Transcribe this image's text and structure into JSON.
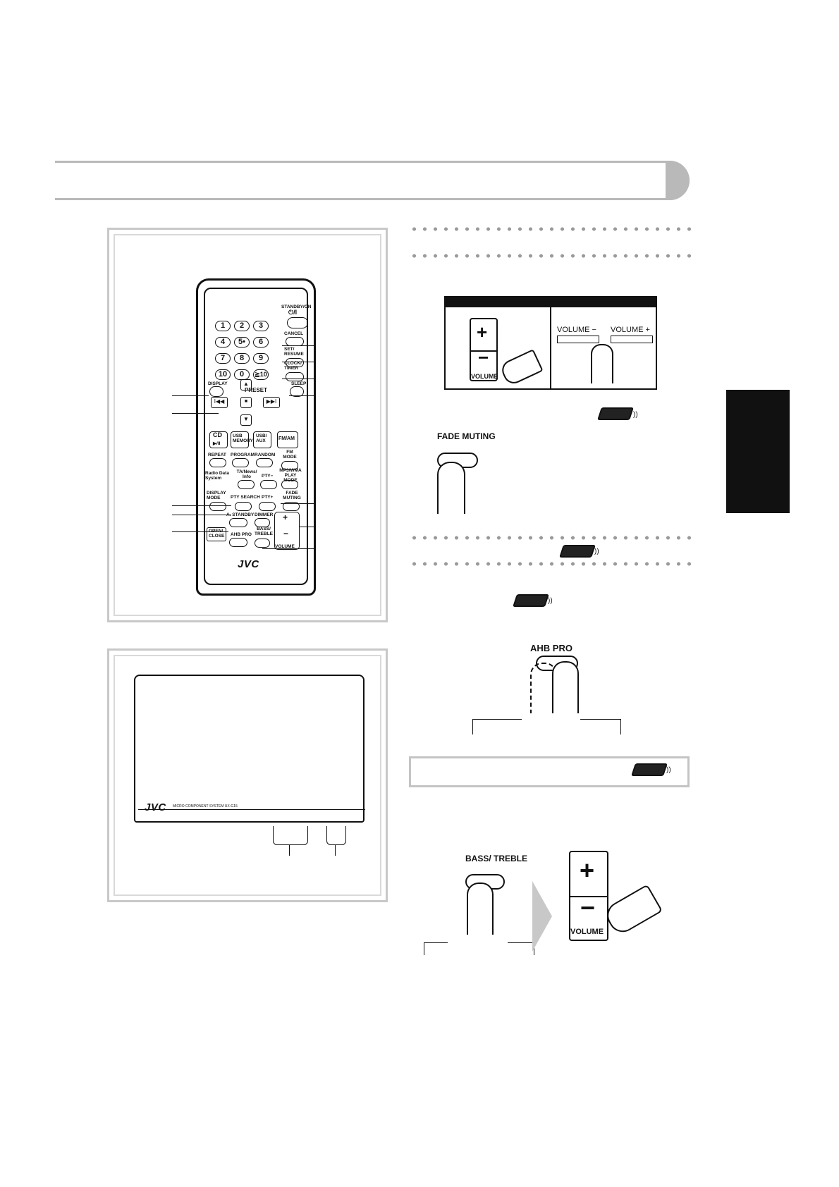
{
  "remote": {
    "standby_label": "STANDBY/ON",
    "standby_symbol": "⏻/I",
    "numbers": [
      "1",
      "2",
      "3",
      "4",
      "5•",
      "6",
      "7",
      "8",
      "9",
      "10",
      "0",
      "≧10"
    ],
    "cancel": "CANCEL",
    "set_resume": "SET/ RESUME",
    "clock_timer": "CLOCK/ TIMER",
    "display": "DISPLAY",
    "preset": "PRESET",
    "sleep": "SLEEP",
    "cd": "CD",
    "cd_sub": "▶/II",
    "usb_memory": "USB MEMORY",
    "usb_aux": "USB/ AUX",
    "fm_am": "FM/AM",
    "repeat": "REPEAT",
    "program": "PROGRAM",
    "random": "RANDOM",
    "fm_mode": "FM MODE",
    "radio_data_system": "Radio Data System",
    "ta_news_info": "TA/News/ Info",
    "pty_minus_top": "PTY−",
    "mp3_wma": "MP3/WMA PLAY MODE",
    "display_mode": "DISPLAY MODE",
    "pty_search": "PTY SEARCH",
    "pty_plus": "PTY+",
    "fade_muting": "FADE MUTING",
    "a_standby": "A. STANDBY",
    "dimmer": "DIMMER",
    "bass_treble": "BASS/ TREBLE",
    "open_close": "OPEN/ CLOSE",
    "ahb_pro": "AHB PRO",
    "volume": "VOLUME",
    "brand": "JVC"
  },
  "unit": {
    "brand": "JVC",
    "model_text": "MICRO COMPONENT SYSTEM  UX-G15"
  },
  "volume_figure": {
    "plus": "+",
    "minus": "−",
    "volume": "VOLUME",
    "volume_minus": "VOLUME −",
    "volume_plus": "VOLUME +"
  },
  "fade_muting_key": "FADE MUTING",
  "ahb_pro_key": "AHB PRO",
  "bass_treble_key": "BASS/ TREBLE",
  "bass_volume": {
    "plus": "+",
    "minus": "−",
    "volume": "VOLUME"
  }
}
